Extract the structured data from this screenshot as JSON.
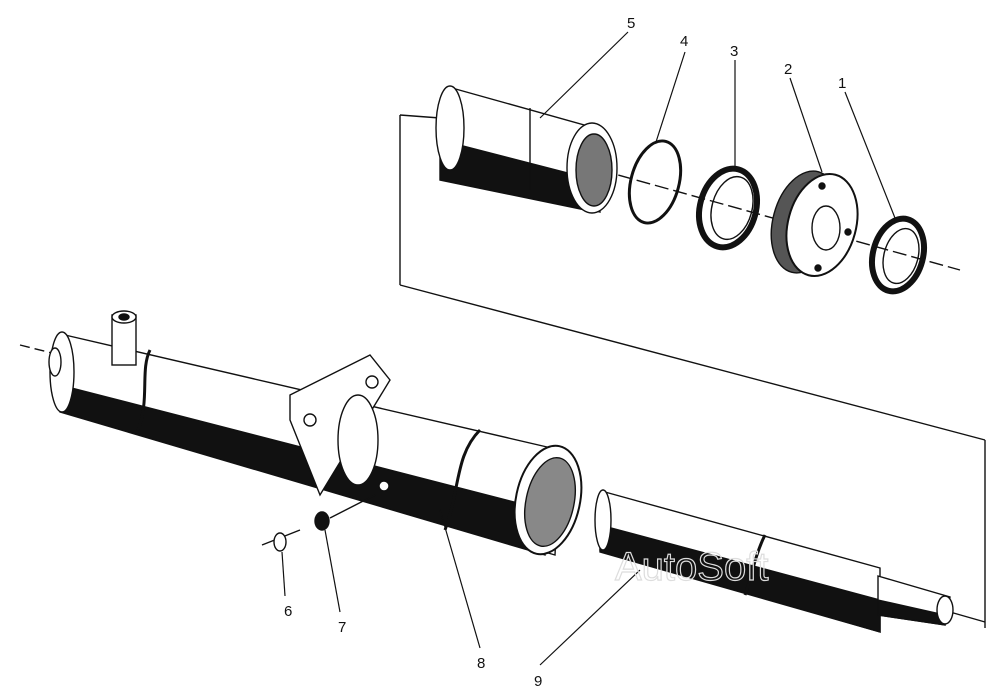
{
  "diagram": {
    "watermark": "AutoSoft",
    "callouts": [
      {
        "number": "1",
        "part": "ring"
      },
      {
        "number": "2",
        "part": "nut"
      },
      {
        "number": "3",
        "part": "bearing-ring"
      },
      {
        "number": "4",
        "part": "o-ring"
      },
      {
        "number": "5",
        "part": "sleeve"
      },
      {
        "number": "6",
        "part": "screw"
      },
      {
        "number": "7",
        "part": "washer"
      },
      {
        "number": "8",
        "part": "cylinder-body"
      },
      {
        "number": "9",
        "part": "rod"
      }
    ]
  }
}
